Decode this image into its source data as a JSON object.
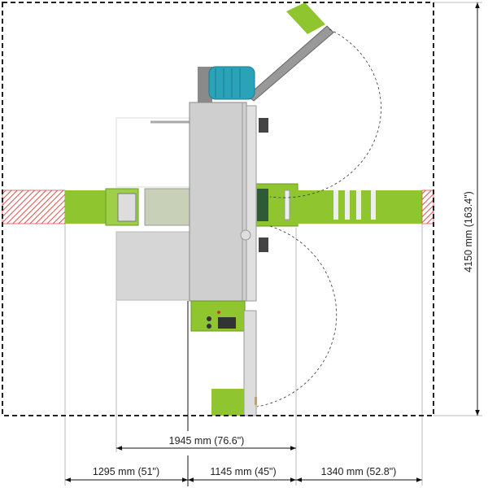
{
  "diagram": {
    "title": "Machine footprint layout (top view)",
    "dimensions": {
      "overall_depth": "4150 mm (163.4\")",
      "center_span": "1945 mm (76.6\")",
      "infeed_length": "1295 mm (51\")",
      "machine_width": "1145 mm (45\")",
      "outfeed_length": "1340 mm (52.8\")"
    },
    "colors": {
      "machine_green": "#8fc630",
      "motor_teal": "#2aa3b8",
      "body_gray": "#c8c8c8",
      "hatch_red": "#e05050",
      "dashed_outline": "#222222"
    }
  }
}
